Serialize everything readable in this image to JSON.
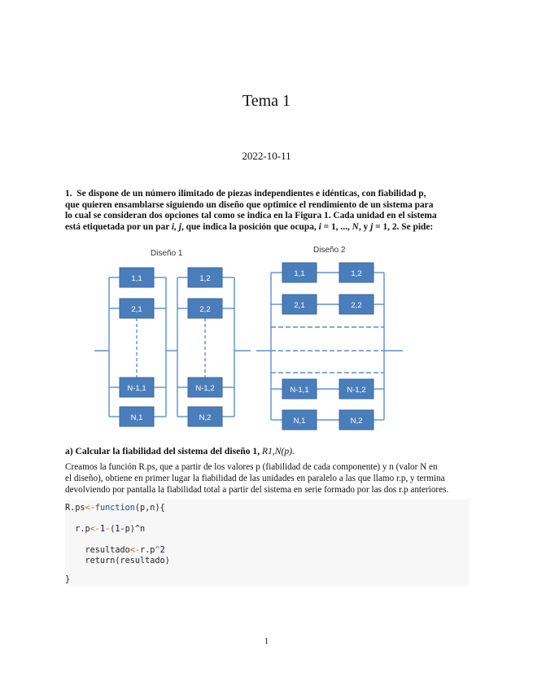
{
  "document": {
    "title": "Tema 1",
    "date": "2022-10-11",
    "page_number": "1"
  },
  "problem": {
    "number": "1.",
    "line1": "Se dispone de un número ilimitado de piezas independientes e idénticas, con fiabilidad p,",
    "line2": "que quieren ensamblarse siguiendo un diseño que optimice el rendimiento de un sistema para",
    "line3": "lo cual se consideran dos opciones tal como se indica en la Figura 1.  Cada unidad en el sistema",
    "line4a": "está etiquetada por un par ",
    "line4b": "i, j",
    "line4c": ", que indica la posición que ocupa, ",
    "line4d": "i",
    "line4e": " = 1, ..., ",
    "line4f": "N",
    "line4g": ", y ",
    "line4h": "j",
    "line4i": " = 1, 2.  Se pide:"
  },
  "figure": {
    "design1_label": "Diseño 1",
    "design2_label": "Diseño 2",
    "design1_boxes": [
      "1,1",
      "2,1",
      "N-1,1",
      "N,1",
      "1,2",
      "2,2",
      "N-1,2",
      "N,2"
    ],
    "design2_boxes": [
      "1,1",
      "1,2",
      "2,1",
      "2,2",
      "N-1,1",
      "N-1,2",
      "N,1",
      "N,2"
    ],
    "box_color": "#4a7ebb",
    "box_border": "#3a67a0",
    "line_color": "#5b8fd0"
  },
  "section_a": {
    "heading": "a) Calcular la fiabilidad del sistema del diseño 1,",
    "math": "R1,N(p)."
  },
  "paragraph": {
    "line1": "Creamos la función R.ps, que a partir de los valores p (fiabilidad de cada componente) y n (valor N en",
    "line2": "el diseño), obtiene en primer lugar la fiabilidad de las unidades en paralelo a las que llamo r.p, y termina",
    "line3": "devolviendo por pantalla la fiabilidad total a partir del sistema en serie formado por las dos r.p anteriores."
  },
  "code": {
    "l1_a": "R.ps",
    "l1_b": "<-",
    "l1_c": "function",
    "l1_d": "(p,n){",
    "l2_a": "  r.p",
    "l2_b": "<-",
    "l2_c": "1",
    "l2_d": "-",
    "l2_e": "(",
    "l2_f": "1",
    "l2_g": "-p)^n",
    "l3_a": "    resultado",
    "l3_b": "<-",
    "l3_c": "r.p",
    "l3_d": "^",
    "l3_e": "2",
    "l4": "    return(resultado)",
    "l5": "}"
  }
}
